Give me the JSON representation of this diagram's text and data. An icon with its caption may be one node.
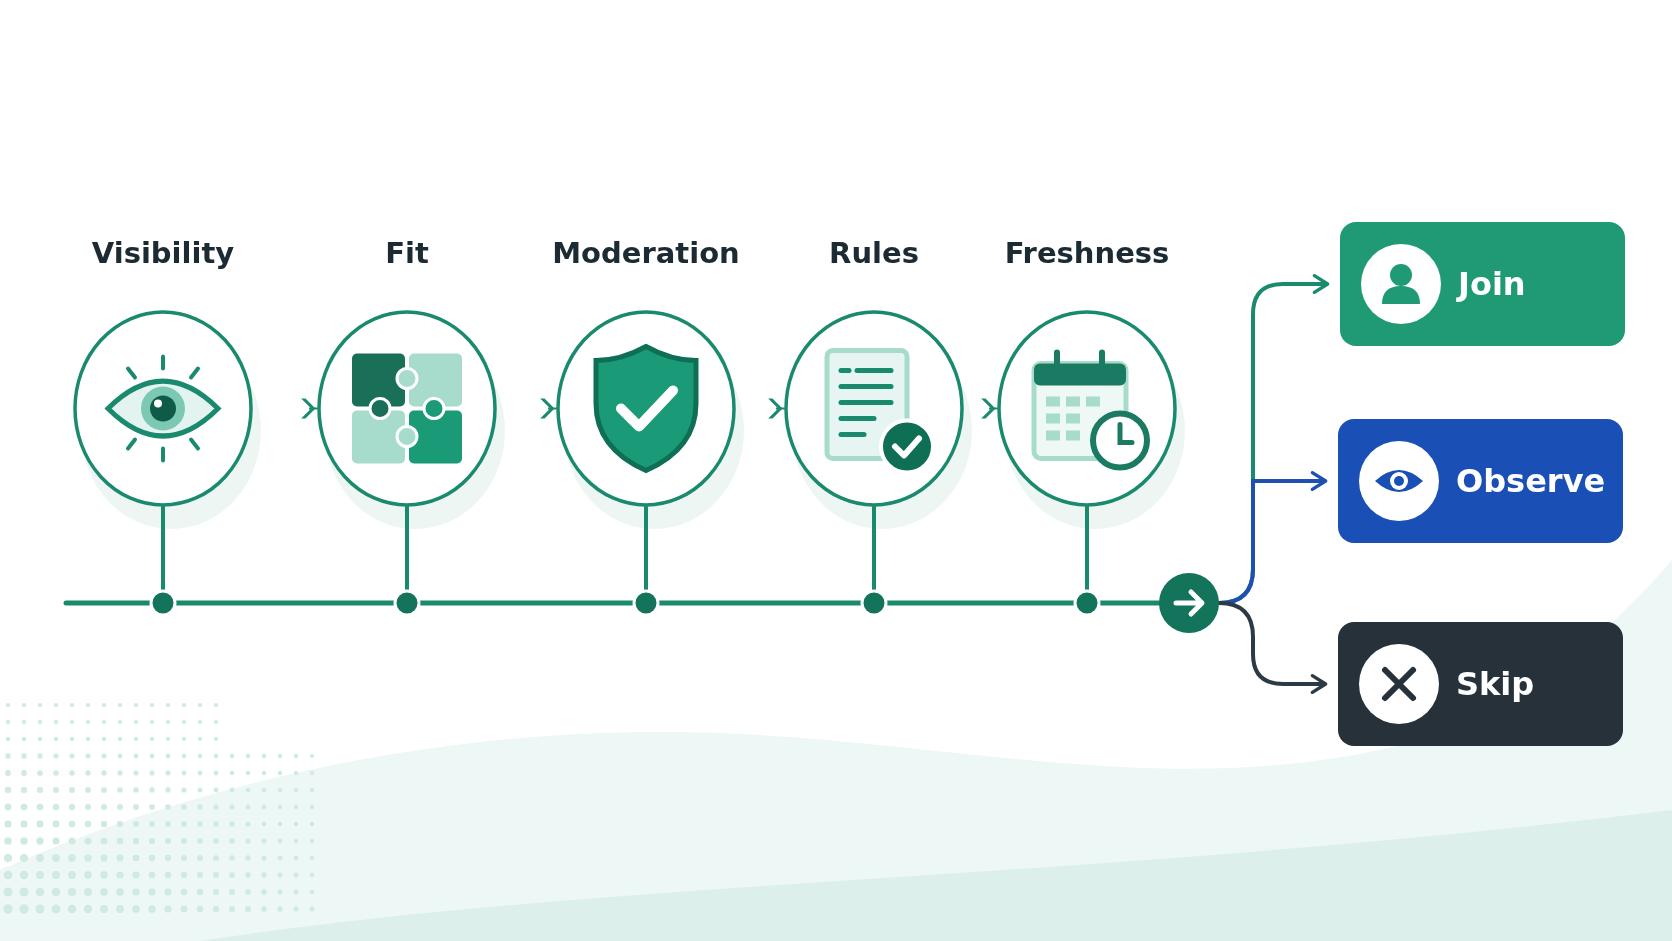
{
  "diagram": {
    "nodes": [
      {
        "text": [
          "Visibility"
        ]
      },
      {
        "text": [
          "Fit"
        ]
      },
      {
        "text": [
          "Moderation"
        ]
      },
      {
        "text": [
          "Rules"
        ]
      },
      {
        "text": [
          "Freshness"
        ]
      },
      {
        "text": [],
        "shape": "circle"
      },
      {
        "text": [
          "Join"
        ]
      },
      {
        "text": [
          "Observe"
        ]
      },
      {
        "text": [
          "Skip"
        ]
      }
    ],
    "edges": [
      {
        "from": 0,
        "to": 1,
        "arrow": "to"
      },
      {
        "from": 1,
        "to": 2,
        "arrow": "to"
      },
      {
        "from": 2,
        "to": 3,
        "arrow": "to"
      },
      {
        "from": 3,
        "to": 4,
        "arrow": "to"
      },
      {
        "from": null,
        "to": 5,
        "arrow": "none"
      },
      {
        "from": 0,
        "to": 5,
        "arrow": "none"
      },
      {
        "from": 1,
        "to": 5,
        "arrow": "none"
      },
      {
        "from": 2,
        "to": 5,
        "arrow": "none"
      },
      {
        "from": 3,
        "to": 5,
        "arrow": "none"
      },
      {
        "from": 4,
        "to": 5,
        "arrow": "none"
      },
      {
        "from": 5,
        "to": 6,
        "arrow": "to"
      },
      {
        "from": 5,
        "to": 7,
        "arrow": "to",
        "color": "#1f4fb0"
      },
      {
        "from": 5,
        "to": 8,
        "arrow": "to",
        "color": "#2b3a44"
      }
    ]
  }
}
